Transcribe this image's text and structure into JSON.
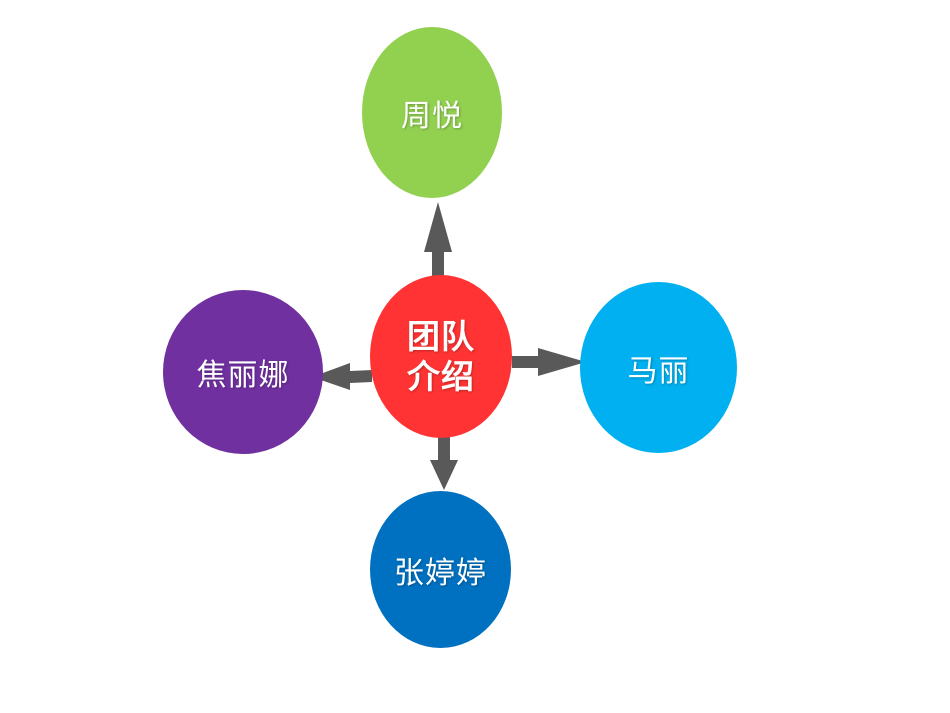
{
  "diagram": {
    "center": {
      "line1": "团队",
      "line2": "介绍",
      "color": "#ff3333"
    },
    "members": {
      "top": {
        "name": "周悦",
        "color": "#92d050"
      },
      "right": {
        "name": "马丽",
        "color": "#00b0f0"
      },
      "bottom": {
        "name": "张婷婷",
        "color": "#0070c0"
      },
      "left": {
        "name": "焦丽娜",
        "color": "#7030a0"
      }
    },
    "arrow_color": "#595959"
  }
}
